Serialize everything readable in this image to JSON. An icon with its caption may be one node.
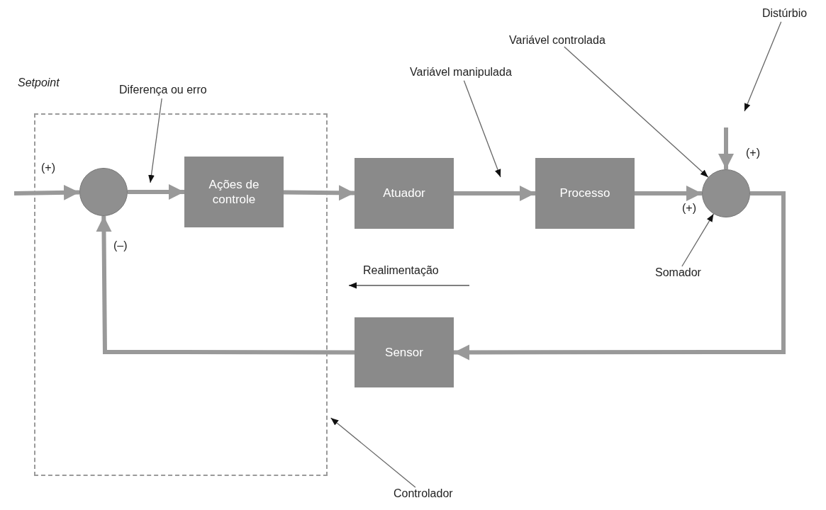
{
  "diagram": {
    "nodes": [
      {
        "text": [],
        "shape": "box"
      },
      {
        "text": [],
        "shape": "circle",
        "in": 0
      },
      {
        "text": [
          "Ações de controle"
        ],
        "in": 0
      },
      {
        "text": [
          "Atuador"
        ]
      },
      {
        "text": [
          "Processo"
        ]
      },
      {
        "text": [],
        "shape": "circle"
      },
      {
        "text": [
          "Sensor"
        ]
      },
      {
        "text": [
          "Diferença ou erro"
        ]
      },
      {
        "text": [
          "Variável manipulada"
        ]
      },
      {
        "text": [
          "Variável controlada"
        ]
      },
      {
        "text": [
          "Distúrbio"
        ]
      },
      {
        "text": [
          "Somador"
        ]
      },
      {
        "text": [
          "Controlador"
        ]
      }
    ],
    "edges": [
      {
        "from": null,
        "to": 1,
        "arrow": "to"
      },
      {
        "from": 1,
        "to": 2,
        "arrow": "to"
      },
      {
        "from": 2,
        "to": 3,
        "arrow": "to"
      },
      {
        "from": 3,
        "to": 4,
        "arrow": "to"
      },
      {
        "from": 4,
        "to": 5,
        "arrow": "to"
      },
      {
        "from": null,
        "to": 5,
        "arrow": "to"
      },
      {
        "from": 5,
        "to": 6,
        "arrow": "to"
      },
      {
        "from": 6,
        "to": 1,
        "arrow": "to"
      },
      {
        "from": 7,
        "to": null,
        "arrow": "to",
        "color": "#666666"
      },
      {
        "from": 8,
        "to": null,
        "arrow": "to",
        "color": "#666666"
      },
      {
        "from": 9,
        "to": 5,
        "arrow": "to",
        "color": "#666666"
      },
      {
        "from": 10,
        "to": null,
        "arrow": "to",
        "color": "#666666"
      },
      {
        "from": 11,
        "to": 5,
        "arrow": "to",
        "color": "#666666"
      },
      {
        "from": 12,
        "to": 0,
        "arrow": "to",
        "color": "#666666"
      }
    ],
    "labels": [
      "Setpoint",
      "(+)",
      "(–)",
      "(+)",
      "(+)",
      "Realimentação"
    ]
  }
}
